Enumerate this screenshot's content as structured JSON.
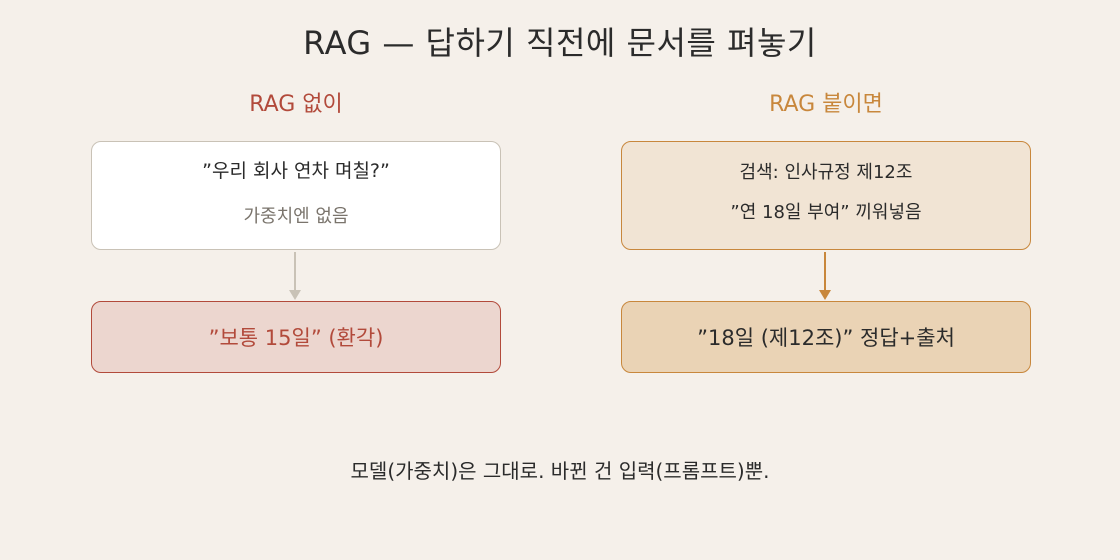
{
  "title": "RAG — 답하기 직전에 문서를 펴놓기",
  "left": {
    "heading": "RAG 없이",
    "query_line1": "”우리 회사 연차 며칠?”",
    "query_line2": "가중치엔 없음",
    "result": "”보통 15일” (환각)"
  },
  "right": {
    "heading": "RAG 붙이면",
    "retrieve_line1": "검색: 인사규정 제12조",
    "retrieve_line2": "”연 18일 부여” 끼워넣음",
    "result": "”18일 (제12조)” 정답+출처"
  },
  "footer": "모델(가중치)은 그대로. 바뀐 건 입력(프롬프트)뿐.",
  "colors": {
    "background": "#f5f0ea",
    "red_accent": "#b24a3b",
    "orange_accent": "#c8873c",
    "gray_arrow": "#c9c2b6"
  }
}
